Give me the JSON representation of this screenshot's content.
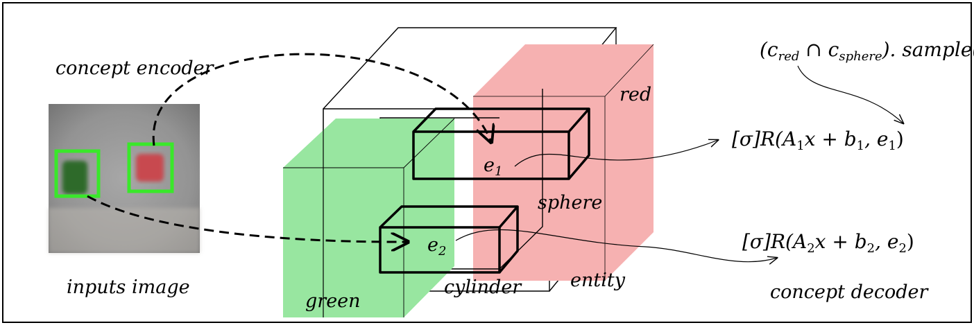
{
  "labels": {
    "concept_encoder": "concept encoder",
    "inputs_image": "inputs image",
    "concept_decoder": "concept decoder",
    "green": "green",
    "cylinder": "cylinder",
    "entity": "entity",
    "sphere": "sphere",
    "red": "red",
    "e1": "e",
    "e1_sub": "1",
    "e2": "e",
    "e2_sub": "2"
  },
  "formulas": {
    "sample": {
      "open": "(c",
      "sub_red": "red",
      "cap": " ∩ c",
      "sub_sphere": "sphere",
      "close": "). sample()"
    },
    "decode1": {
      "pre": "[σ]R(A",
      "s1": "1",
      "mid1": "x + b",
      "s2": "1",
      "mid2": ", e",
      "s3": "1",
      "post": ")"
    },
    "decode2": {
      "pre": "[σ]R(A",
      "s1": "2",
      "mid1": "x + b",
      "s2": "2",
      "mid2": ", e",
      "s3": "2",
      "post": ")"
    }
  },
  "colors": {
    "green_box": "#98e6a0",
    "red_box": "#f6b1b1",
    "bbox_green": "#39e82a",
    "image_bg": "#8f8f8f",
    "green_object": "#2e6b2c",
    "red_object": "#c84a4f"
  }
}
